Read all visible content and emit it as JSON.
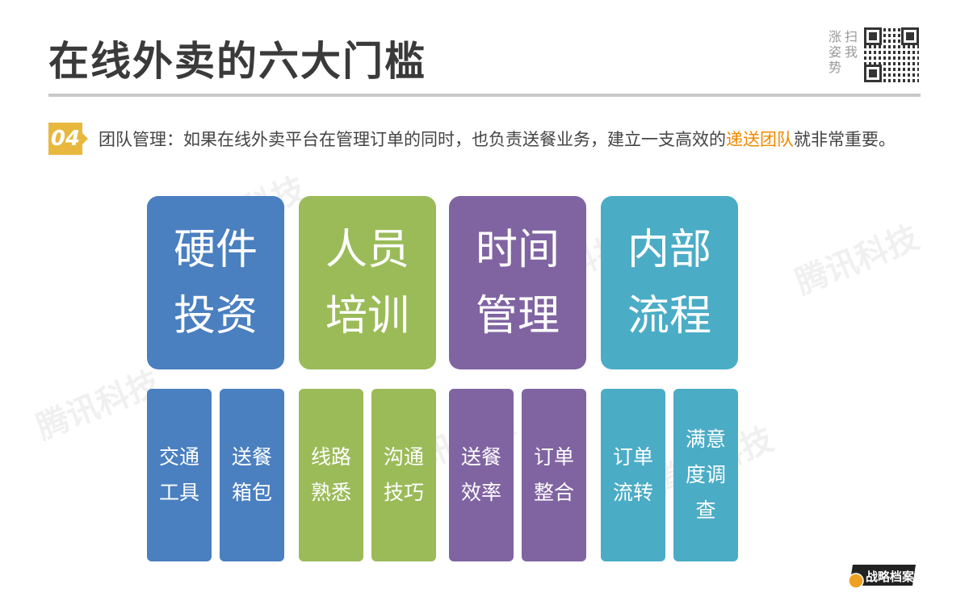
{
  "title": "在线外卖的六大门槛",
  "qr_label": [
    "扫我",
    "涨姿势"
  ],
  "step": {
    "number": "04",
    "text_before": "团队管理：如果在线外卖平台在管理订单的同时，也负责送餐业务，建立一支高效的",
    "highlight": "递送团队",
    "text_after": "就非常重要。"
  },
  "columns": [
    {
      "color": "#4a7fc0",
      "title": [
        "硬件",
        "投资"
      ],
      "items": [
        [
          "交通",
          "工具"
        ],
        [
          "送餐",
          "箱包"
        ]
      ]
    },
    {
      "color": "#9bbb59",
      "title": [
        "人员",
        "培训"
      ],
      "items": [
        [
          "线路",
          "熟悉"
        ],
        [
          "沟通",
          "技巧"
        ]
      ]
    },
    {
      "color": "#8064a2",
      "title": [
        "时间",
        "管理"
      ],
      "items": [
        [
          "送餐",
          "效率"
        ],
        [
          "订单",
          "整合"
        ]
      ]
    },
    {
      "color": "#4bacc6",
      "title": [
        "内部",
        "流程"
      ],
      "items": [
        [
          "订单",
          "流转"
        ],
        [
          "满意",
          "度调",
          "查"
        ]
      ]
    }
  ],
  "watermark": "腾讯科技",
  "logo": "战略档案"
}
